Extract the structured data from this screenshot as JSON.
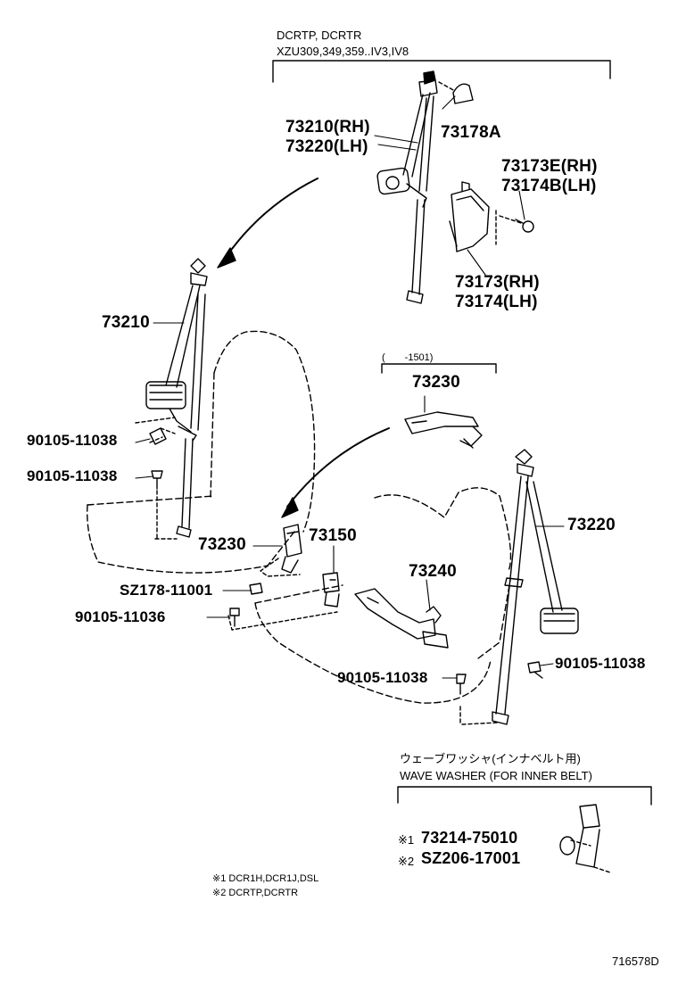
{
  "header": {
    "variant_line1": "DCRTP, DCRTR",
    "variant_line2": "XZU309,349,359..IV3,IV8"
  },
  "parts": {
    "p73210rh": "73210(RH)",
    "p73220lh": "73220(LH)",
    "p73178a": "73178A",
    "p73173e": "73173E(RH)",
    "p73174b": "73174B(LH)",
    "p73173rh": "73173(RH)",
    "p73174lh": "73174(LH)",
    "p73210": "73210",
    "range_1501": "(　　-1501)",
    "p73230_top": "73230",
    "bolt_a": "90105-11038",
    "bolt_b": "90105-11038",
    "p73230": "73230",
    "p73150": "73150",
    "p73220": "73220",
    "p73240": "73240",
    "sz178": "SZ178-11001",
    "bolt_c": "90105-11036",
    "bolt_d": "90105-11038",
    "bolt_e": "90105-11038"
  },
  "washer": {
    "title_jp": "ウェーブワッシャ(インナベルト用)",
    "title_en": "WAVE WASHER (FOR INNER BELT)",
    "item1": "73214-75010",
    "item2": "SZ206-17001",
    "mark1": "※1",
    "mark2": "※2"
  },
  "notes": {
    "note1": "※1 DCR1H,DCR1J,DSL",
    "note2": "※2 DCRTP,DCRTR"
  },
  "figure_id": "716578D",
  "colors": {
    "ink": "#000000",
    "paper": "#ffffff"
  }
}
